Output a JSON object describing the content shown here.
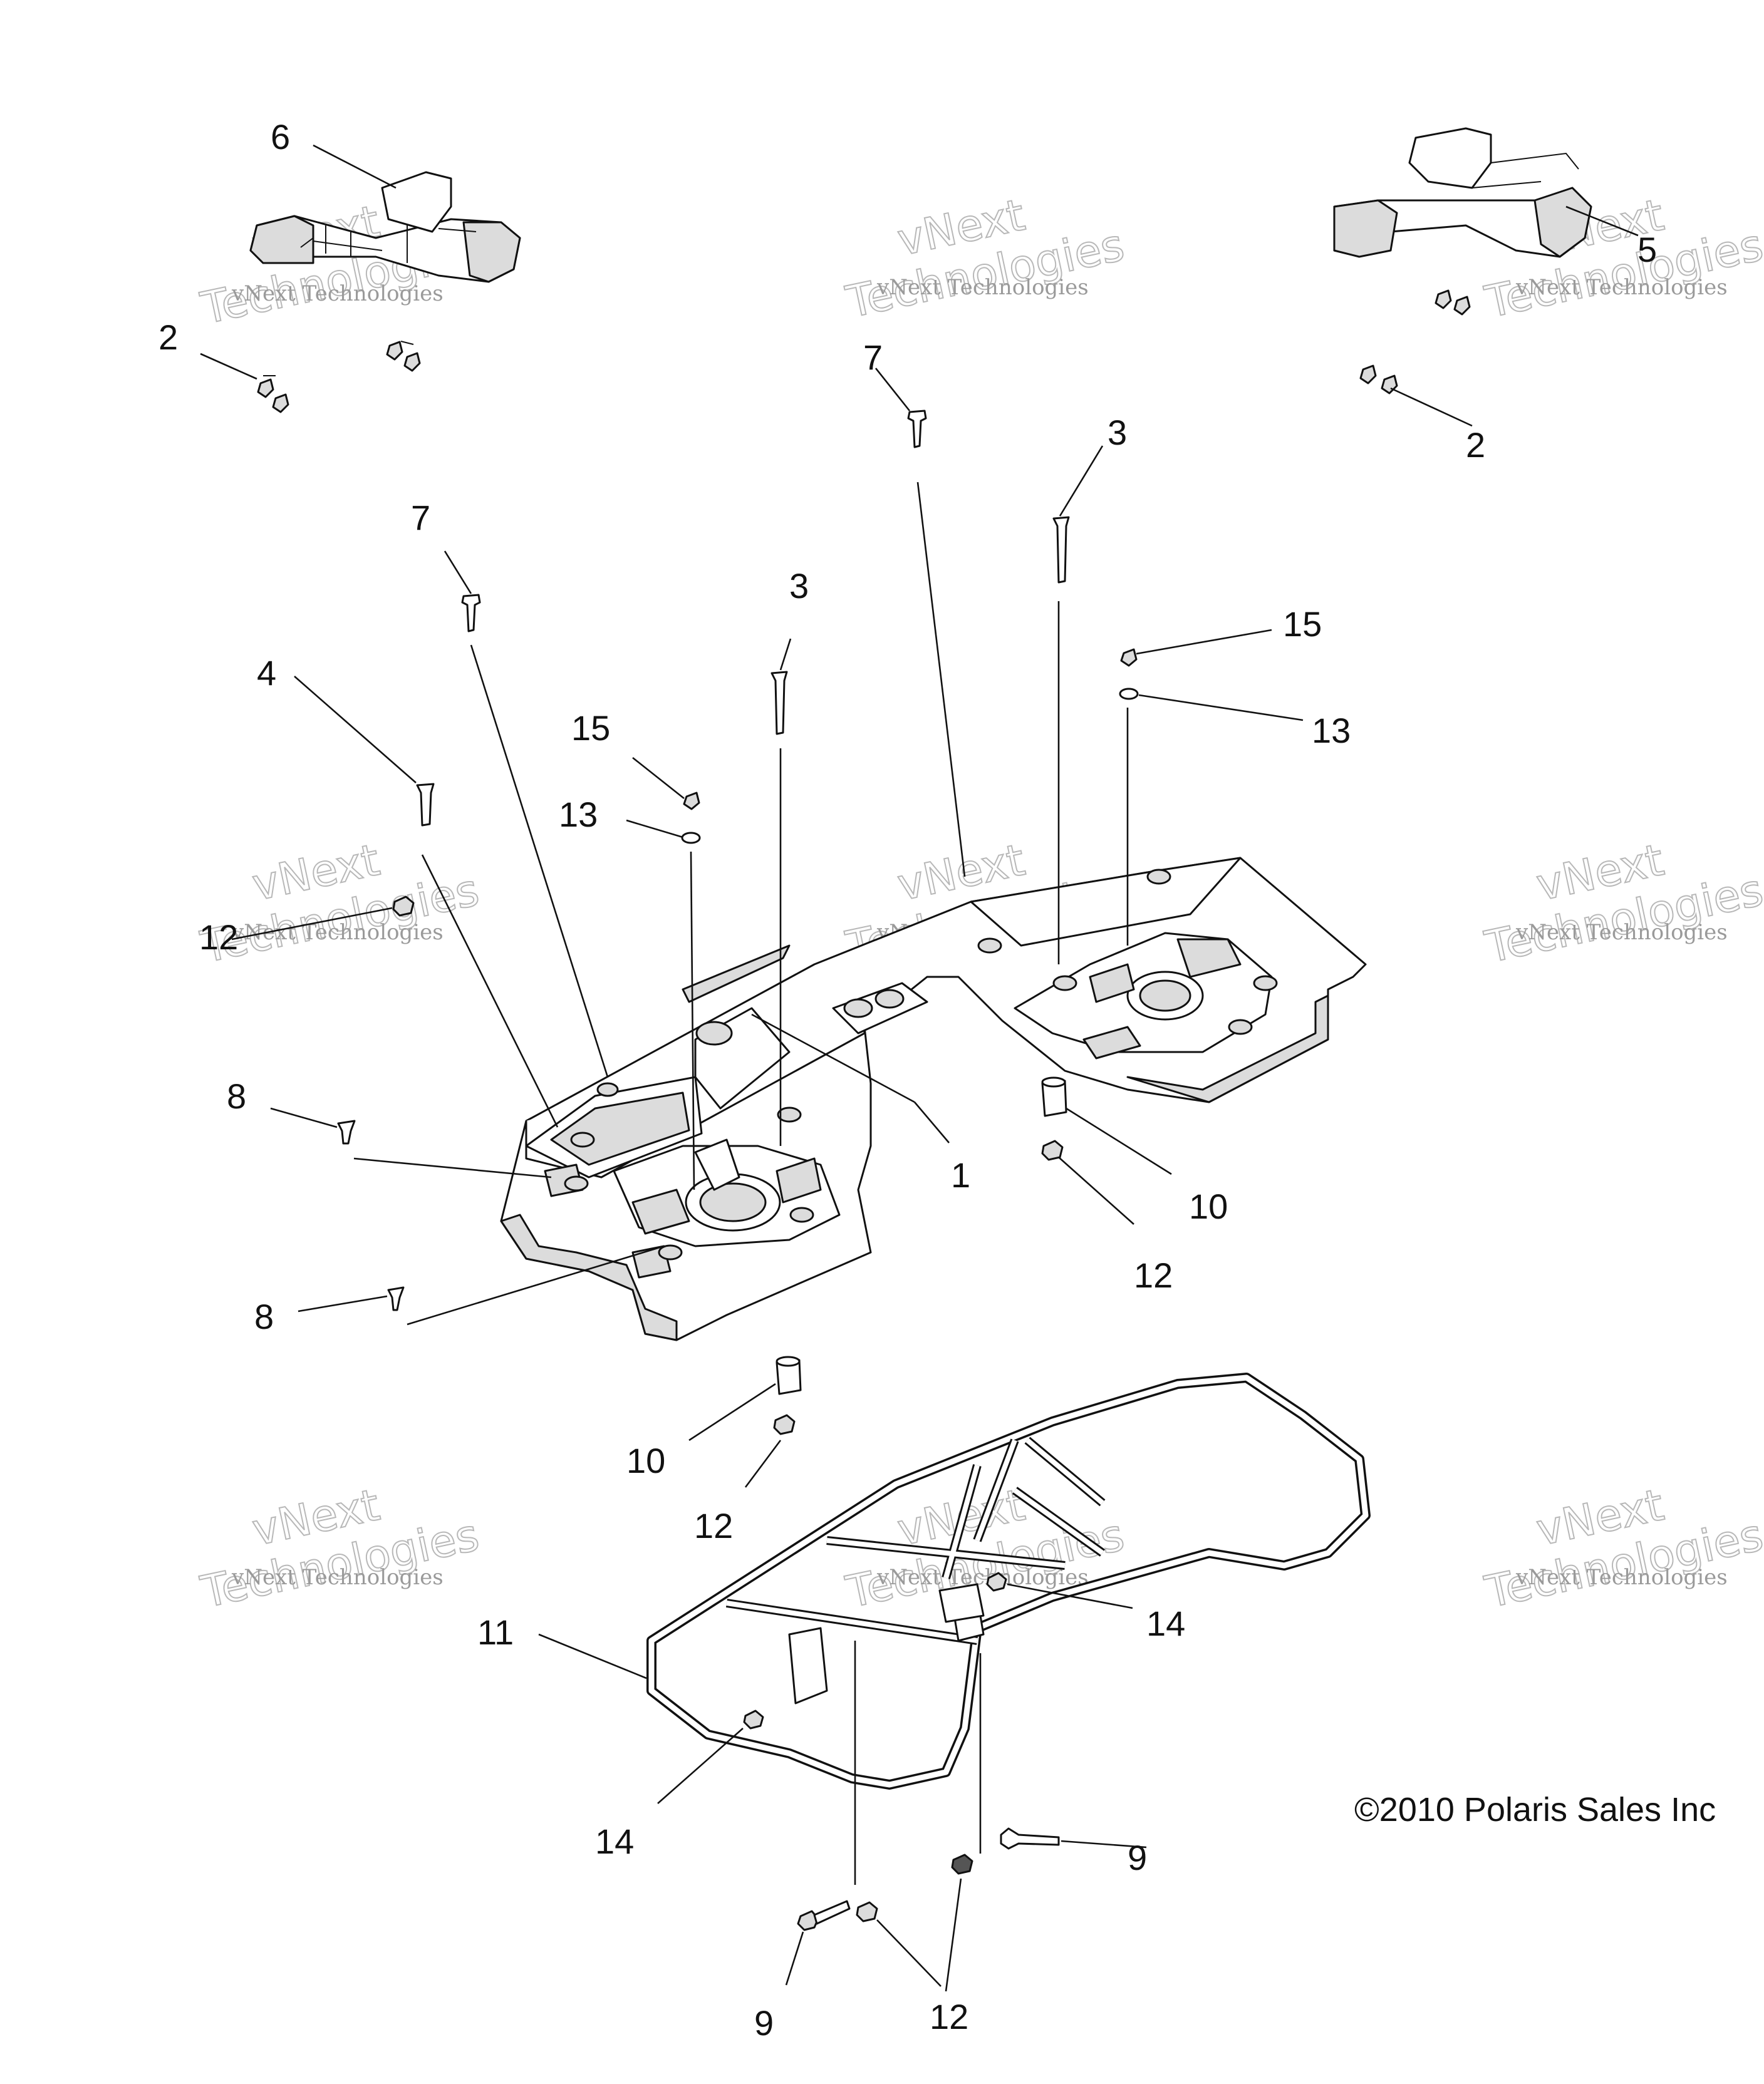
{
  "callouts": {
    "c6": "6",
    "c2a": "2",
    "c7a": "7",
    "c3a": "3",
    "c5": "5",
    "c2b": "2",
    "c7b": "7",
    "c3b": "3",
    "c15a": "15",
    "c13a": "13",
    "c4": "4",
    "c15b": "15",
    "c13b": "13",
    "c12a": "12",
    "c8a": "8",
    "c1": "1",
    "c10a": "10",
    "c12b": "12",
    "c8b": "8",
    "c10b": "10",
    "c12c": "12",
    "c11": "11",
    "c14a": "14",
    "c14b": "14",
    "c9a": "9",
    "c9b": "9",
    "c12d": "12"
  },
  "watermark": {
    "line1": "vNext Technologies",
    "big1": "vNext",
    "big2": "Technologies"
  },
  "copyright": "©2010 Polaris Sales Inc"
}
